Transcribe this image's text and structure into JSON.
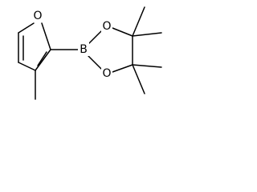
{
  "molecule": {
    "atoms": {
      "furan_oxygen": "O",
      "boron": "B",
      "dioxaborolane_oxygen_top": "O",
      "dioxaborolane_oxygen_bottom": "O"
    },
    "colors": {
      "bond": "#000000",
      "label": "#000000",
      "background": "#ffffff"
    }
  }
}
